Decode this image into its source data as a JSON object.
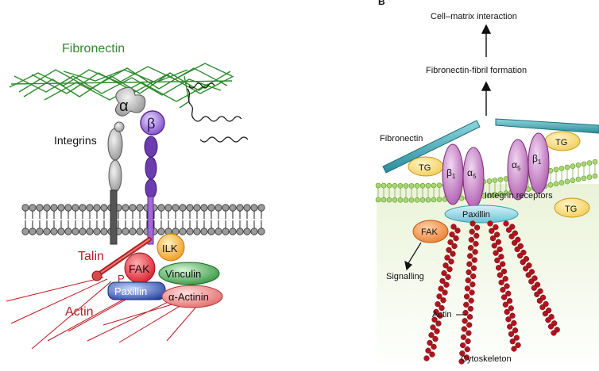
{
  "left_panel": {
    "fibronectin": "Fibronectin",
    "integrins": "Integrins",
    "alpha": "α",
    "beta": "β",
    "ilk": "ILK",
    "talin": "Talin",
    "fak": "FAK",
    "p": "P",
    "vinculin": "Vinculin",
    "paxillin": "Paxillin",
    "actin": "Actin",
    "alpha_actinin": "α-Actinin"
  },
  "right_panel": {
    "panel_letter": "B",
    "cell_matrix": "Cell–matrix interaction",
    "fibril_formation": "Fibronectin-fibril formation",
    "fibronectin": "Fibronectin",
    "tg_left": "TG",
    "tg_right": "TG",
    "tg_lower": "TG",
    "beta1_a": "β",
    "beta1_a_sub": "1",
    "alpha5_a": "α",
    "alpha5_a_sub": "5",
    "alpha5_b": "α",
    "alpha5_b_sub": "5",
    "beta1_b": "β",
    "beta1_b_sub": "1",
    "integrin_receptors": "Integrin receptors",
    "paxillin": "Paxillin",
    "fak": "FAK",
    "signalling": "Signalling",
    "actin": "Actin",
    "cytoskeleton": "Cytoskeleton"
  },
  "colors": {
    "fibronectin_green": "#2e8b2e",
    "talin_red": "#b22222",
    "integrin_purple": "#5b2d91",
    "membrane_green": "#9bcf63",
    "fibronectin_teal": "#3fa7b5",
    "actin_red": "#b0141e"
  }
}
